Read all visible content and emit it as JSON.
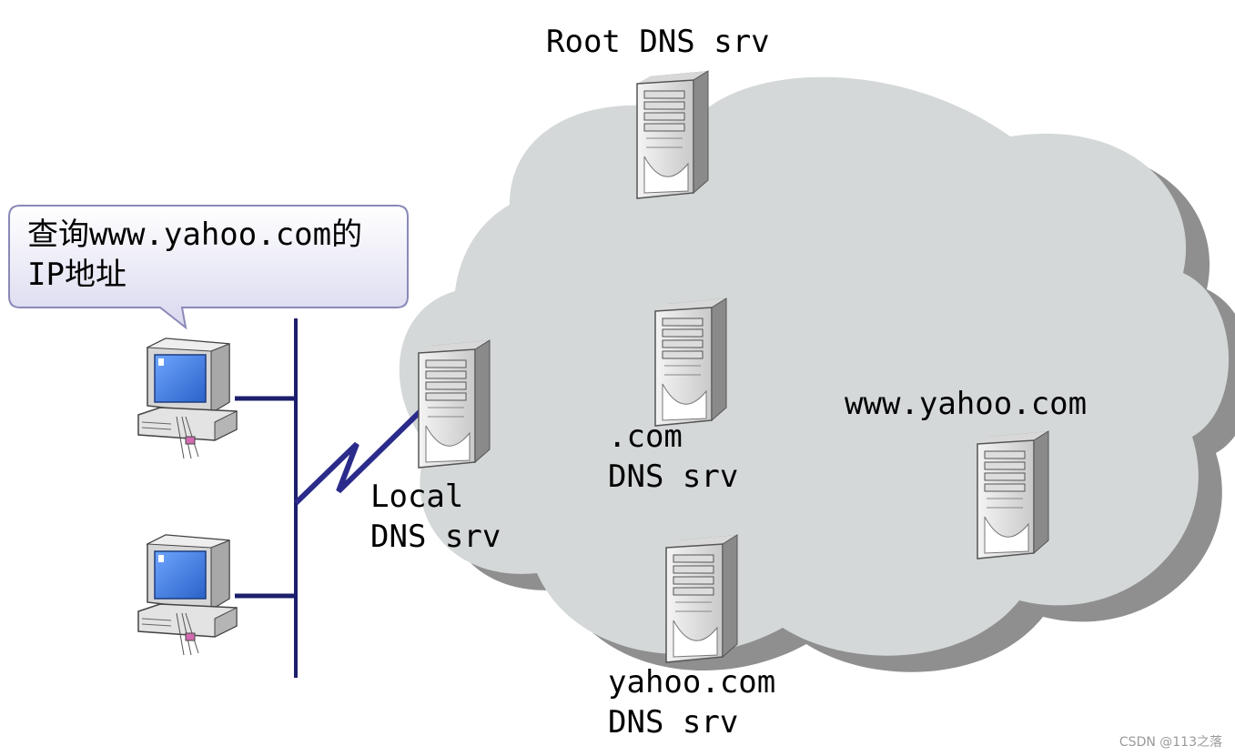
{
  "callout": {
    "line1": "查询www.yahoo.com的",
    "line2": "IP地址"
  },
  "servers": {
    "root": {
      "line1": "Root DNS srv"
    },
    "com": {
      "line1": ".com",
      "line2": "DNS srv"
    },
    "local": {
      "line1": "Local",
      "line2": "DNS srv"
    },
    "yahoo_dns": {
      "line1": "yahoo.com",
      "line2": "DNS srv"
    },
    "www": {
      "line1": "www.yahoo.com"
    }
  },
  "watermark": "CSDN @113之落",
  "colors": {
    "cloud": "#d4d8d8",
    "cloud_shadow": "#8f8f8f",
    "bus": "#1c1f6b",
    "screen": "#3f7fe0",
    "callout_fill": "#ecebf8"
  },
  "icons": [
    "server-icon",
    "computer-icon",
    "cloud-icon",
    "lightning-link-icon"
  ]
}
